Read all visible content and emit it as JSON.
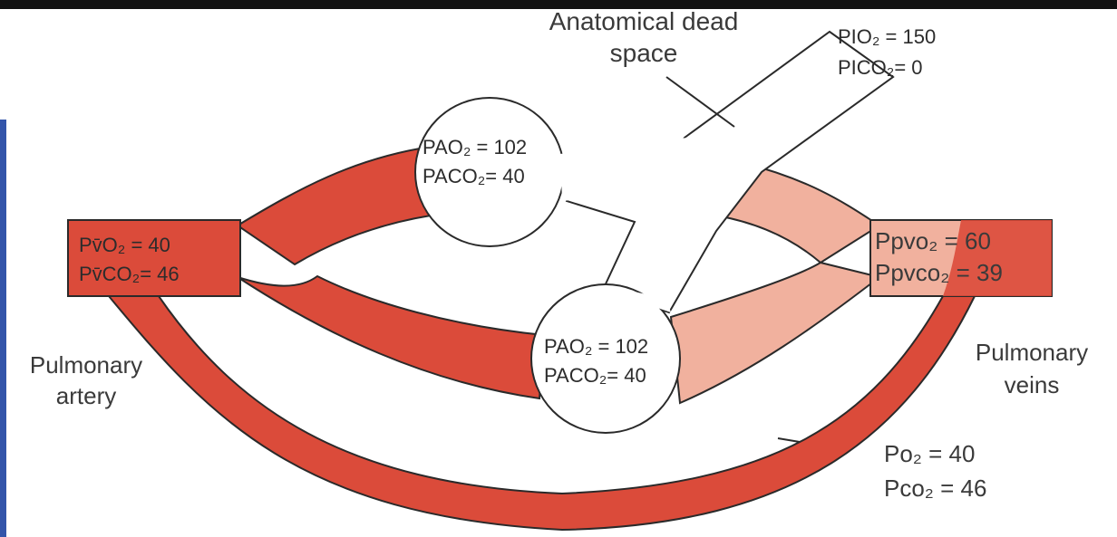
{
  "colors": {
    "deoxygenated": "#db4b3a",
    "oxygenated": "#f1b19e",
    "outline": "#2a2a2a",
    "label_text": "#3a3a3a",
    "frame_top": "#111111",
    "frame_left": "#3355aa"
  },
  "labels": {
    "dead_space_line1": "Anatomical dead",
    "dead_space_line2": "space",
    "inspired_o2_label": "PIO₂  = 150",
    "inspired_co2_label": "PICO₂=    0",
    "alveolus_upper_o2": "PAO₂  = 102",
    "alveolus_upper_co2": "PACO₂=   40",
    "alveolus_lower_o2": "PAO₂  = 102",
    "alveolus_lower_co2": "PACO₂=   40",
    "mixed_venous_o2": "Pv̄O₂   = 40",
    "mixed_venous_co2": "Pv̄CO₂= 46",
    "pulmonary_vein_o2": "Ppvo₂    = 60",
    "pulmonary_vein_co2": "Ppvco₂ = 39",
    "artery_line1": "Pulmonary",
    "artery_line2": "artery",
    "veins_line1": "Pulmonary",
    "veins_line2": "veins",
    "shunt_o2": "Po₂   = 40",
    "shunt_co2": "Pco₂ = 46"
  }
}
